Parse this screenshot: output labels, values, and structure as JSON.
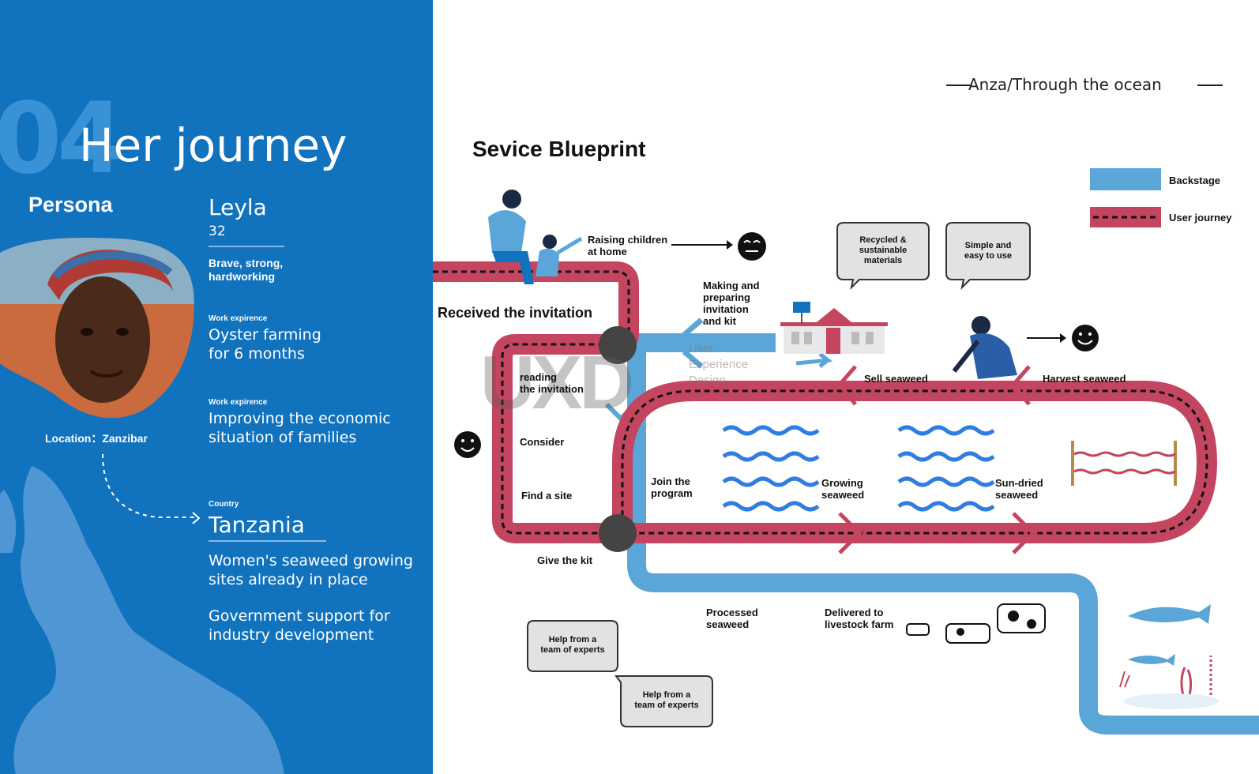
{
  "left": {
    "section_number": "04",
    "title": "Her journey",
    "persona_label": "Persona",
    "name": "Leyla",
    "age": "32",
    "traits": "Brave, strong,\nhardworking",
    "work1_label": "Work expirence",
    "work1_value": "Oyster farming\nfor 6 months",
    "work2_label": "Work expirence",
    "work2_value": "Improving the economic\nsituation of families",
    "location": "Location：Zanzibar",
    "country_label": "Country",
    "country": "Tanzania",
    "fact1": "Women's seaweed growing\nsites already in place",
    "fact2": "Government support for\nindustry development"
  },
  "right": {
    "header_title": "Anza/Through the ocean",
    "blueprint_title": "Sevice Blueprint",
    "legend": [
      {
        "label": "Backstage",
        "color": "#5aa6d8"
      },
      {
        "label": "User journey",
        "color": "#c4455f"
      }
    ],
    "watermark": "User\nExperience\nDesign",
    "labels": {
      "raising": "Raising children\nat home",
      "received": "Received the invitation",
      "making": "Making and\npreparing\ninvitation\nand kit",
      "reading": "reading\nthe invitation",
      "consider": "Consider",
      "find_site": "Find a site",
      "give_kit": "Give the kit",
      "join": "Join the\nprogram",
      "growing": "Growing\nseaweed",
      "sundried": "Sun-dried\nseaweed",
      "sell": "Sell seaweed",
      "harvest": "Harvest seaweed",
      "processed": "Processed\nseaweed",
      "delivered": "Delivered to\nlivestock farm"
    },
    "bubbles": {
      "recycled": "Recycled &\nsustainable\nmaterials",
      "simple": "Simple and\neasy to use",
      "help1": "Help from a\nteam of experts",
      "help2": "Help from a\nteam of experts"
    },
    "colors": {
      "panel": "#1172bd",
      "backstage": "#5aa6d8",
      "journey": "#c4455f"
    }
  }
}
